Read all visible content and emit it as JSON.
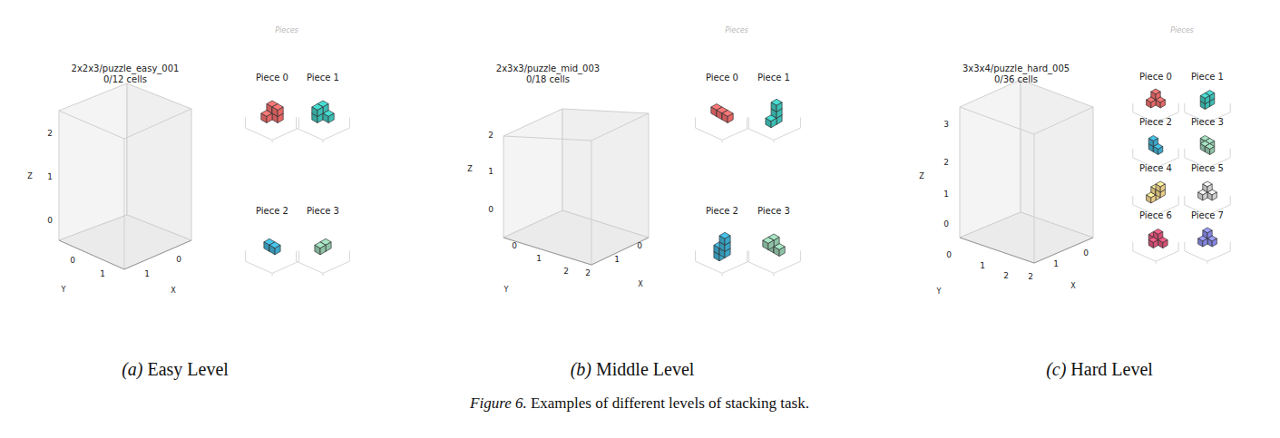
{
  "diagram": {
    "caption": "Figure 6. Examples of different levels of stacking task.",
    "labels": [
      "2x2x3/puzzle_easy_001",
      "0/12 cells",
      "Pieces",
      "Piece 0",
      "Piece 1",
      "Piece 2",
      "Piece 3",
      "2",
      "1",
      "0",
      "Z",
      "0",
      "1",
      "Y",
      "1",
      "0",
      "X",
      "2x3x3/puzzle_mid_003",
      "0/18 cells",
      "Pieces",
      "Piece 0",
      "Piece 1",
      "Piece 2",
      "Piece 3",
      "2",
      "1",
      "0",
      "Z",
      "0",
      "1",
      "2",
      "Y",
      "2",
      "1",
      "0",
      "X",
      "3x3x4/puzzle_hard_005",
      "0/36 cells",
      "Pieces",
      "Piece 0",
      "Piece 1",
      "Piece 2",
      "Piece 3",
      "Piece 4",
      "Piece 5",
      "Piece 6",
      "Piece 7",
      "3",
      "2",
      "1",
      "0",
      "Z",
      "0",
      "1",
      "2",
      "Y",
      "2",
      "1",
      "0",
      "X",
      "(a) Easy Level",
      "(b) Middle Level",
      "(c) Hard Level"
    ]
  }
}
